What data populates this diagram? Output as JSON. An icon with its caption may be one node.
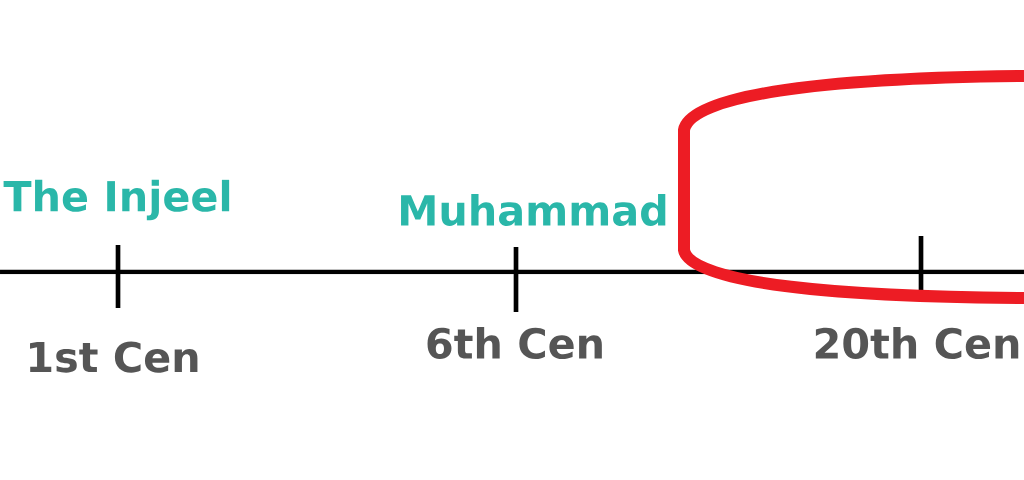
{
  "diagram": {
    "labels": [
      "The Injeel",
      "Muhammad",
      "1st Cen",
      "6th Cen",
      "20th Cen"
    ]
  }
}
